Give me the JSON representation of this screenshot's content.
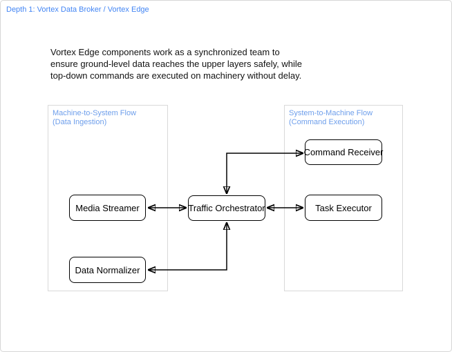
{
  "header": {
    "breadcrumb": "Depth 1: Vortex Data Broker / Vortex Edge"
  },
  "description": "Vortex Edge components work as a synchronized team to ensure ground-level data reaches the upper layers safely, while top-down commands are executed on machinery without delay.",
  "groups": [
    {
      "title": "Machine-to-System Flow",
      "subtitle": "(Data Ingestion)"
    },
    {
      "title": "System-to-Machine Flow",
      "subtitle": "(Command Execution)"
    }
  ],
  "nodes": [
    {
      "id": "media-streamer",
      "label": "Media Streamer",
      "group": "Machine-to-System Flow"
    },
    {
      "id": "data-normalizer",
      "label": "Data Normalizer",
      "group": "Machine-to-System Flow"
    },
    {
      "id": "traffic-orchestrator",
      "label": "Traffic Orchestrator",
      "group": null
    },
    {
      "id": "command-receiver",
      "label": "Command Receiver",
      "group": "System-to-Machine Flow"
    },
    {
      "id": "task-executor",
      "label": "Task Executor",
      "group": "System-to-Machine Flow"
    }
  ],
  "edges": [
    {
      "from": "media-streamer",
      "to": "traffic-orchestrator",
      "bidirectional": true
    },
    {
      "from": "traffic-orchestrator",
      "to": "task-executor",
      "bidirectional": true
    },
    {
      "from": "traffic-orchestrator",
      "to": "command-receiver",
      "bidirectional": true
    },
    {
      "from": "data-normalizer",
      "to": "traffic-orchestrator",
      "bidirectional": true
    }
  ],
  "colors": {
    "breadcrumb_blue": "#4285f4",
    "group_label_blue": "#6d9eeb",
    "group_border": "#d9d9d9",
    "node_border": "#000000",
    "arrow": "#000000",
    "card_border": "#d6d6d6"
  }
}
